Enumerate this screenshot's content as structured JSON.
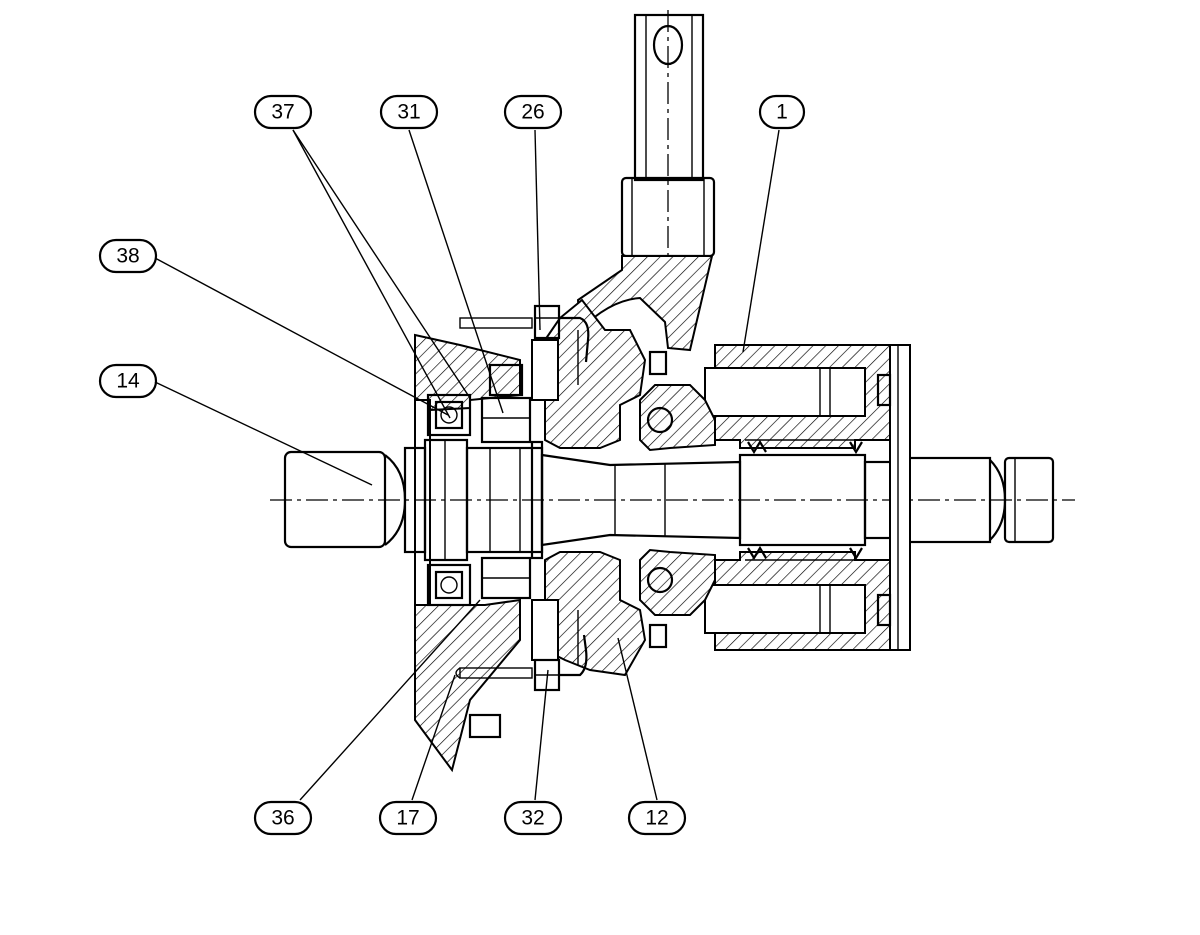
{
  "callouts": [
    {
      "id": "c37",
      "label": "37"
    },
    {
      "id": "c31",
      "label": "31"
    },
    {
      "id": "c26",
      "label": "26"
    },
    {
      "id": "c1",
      "label": "1"
    },
    {
      "id": "c38",
      "label": "38"
    },
    {
      "id": "c14",
      "label": "14"
    },
    {
      "id": "c36",
      "label": "36"
    },
    {
      "id": "c17",
      "label": "17"
    },
    {
      "id": "c32",
      "label": "32"
    },
    {
      "id": "c12",
      "label": "12"
    }
  ]
}
